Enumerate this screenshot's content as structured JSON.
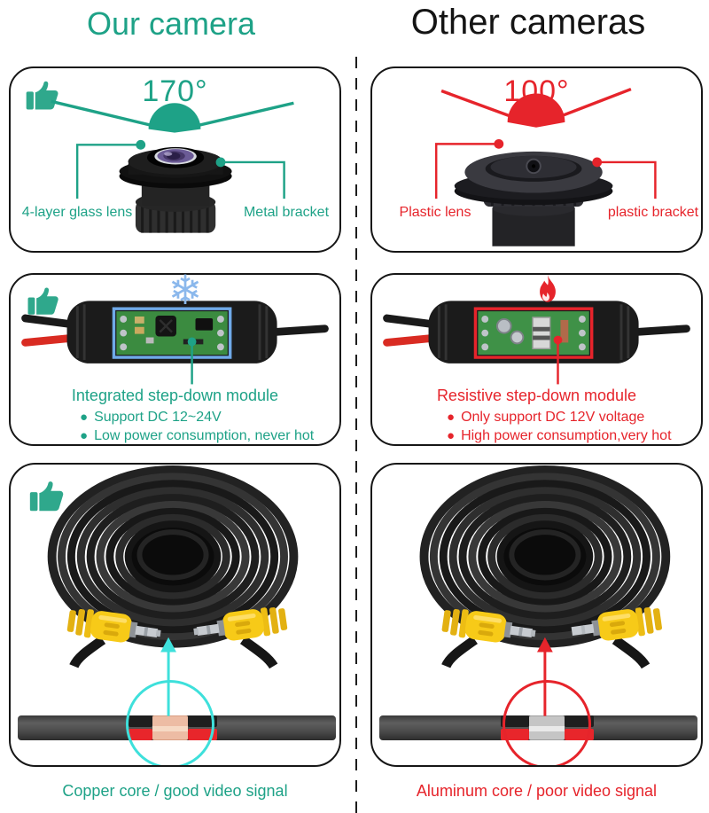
{
  "titles": {
    "ours": "Our camera",
    "others": "Other cameras"
  },
  "angle_ours": {
    "value": "170°",
    "lens": "4-layer glass lens",
    "bracket": "Metal bracket"
  },
  "angle_others": {
    "value": "100°",
    "lens": "Plastic lens",
    "bracket": "plastic bracket"
  },
  "module_ours": {
    "title": "Integrated step-down module",
    "bullets": [
      "Support DC 12~24V",
      "Low power consumption, never hot"
    ]
  },
  "module_others": {
    "title": "Resistive step-down module",
    "bullets": [
      "Only support DC 12V voltage",
      "High power consumption,very hot"
    ]
  },
  "cable_ours": {
    "caption": "Copper core / good video signal"
  },
  "cable_others": {
    "caption": "Aluminum core / poor video signal"
  },
  "icons": {
    "snowflake": "❄"
  },
  "colors": {
    "teal": "#1EA287",
    "red": "#E6242B",
    "cyan": "#3EE0DB",
    "snowflake_blue": "#8BB8EC",
    "connector_yellow": "#F7CA18",
    "copper": "#EDBCA4",
    "aluminum": "#C5C5C5"
  }
}
